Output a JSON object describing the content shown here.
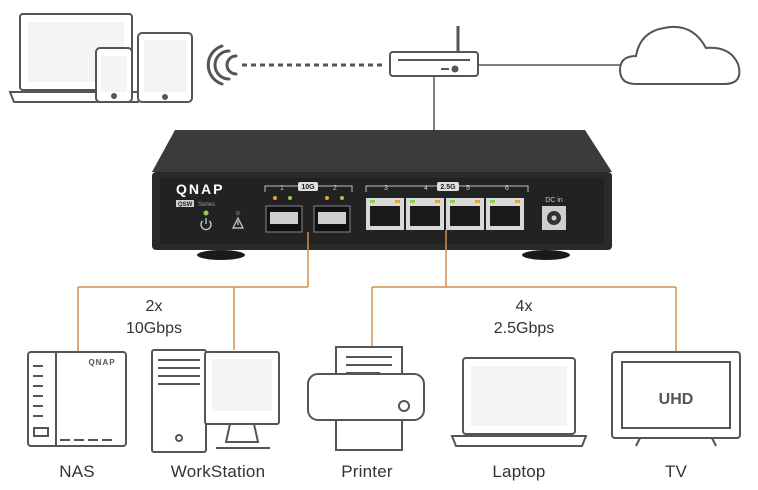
{
  "switch": {
    "brand": "QNAP",
    "model_badge": "QSW",
    "model_series": "Series",
    "sfp_port_numbers": [
      "1",
      "2"
    ],
    "sfp_speed_badge": "10G",
    "rj45_port_numbers": [
      "3",
      "4",
      "5",
      "6"
    ],
    "rj45_speed_badge": "2.5G",
    "power_label": "DC in"
  },
  "links": {
    "sfp_group": {
      "count": "2x",
      "speed": "10Gbps"
    },
    "rj45_group": {
      "count": "4x",
      "speed": "2.5Gbps"
    }
  },
  "devices": {
    "nas": {
      "label": "NAS",
      "brand": "QNAP"
    },
    "workstation": {
      "label": "WorkStation"
    },
    "printer": {
      "label": "Printer"
    },
    "laptop": {
      "label": "Laptop"
    },
    "tv": {
      "label": "TV",
      "screen_text": "UHD"
    }
  },
  "colors": {
    "outline": "#555555",
    "link_line": "#d18f4f",
    "switch_body": "#2a2a2a",
    "led_green": "#8fd14f",
    "led_orange": "#f0a030"
  }
}
